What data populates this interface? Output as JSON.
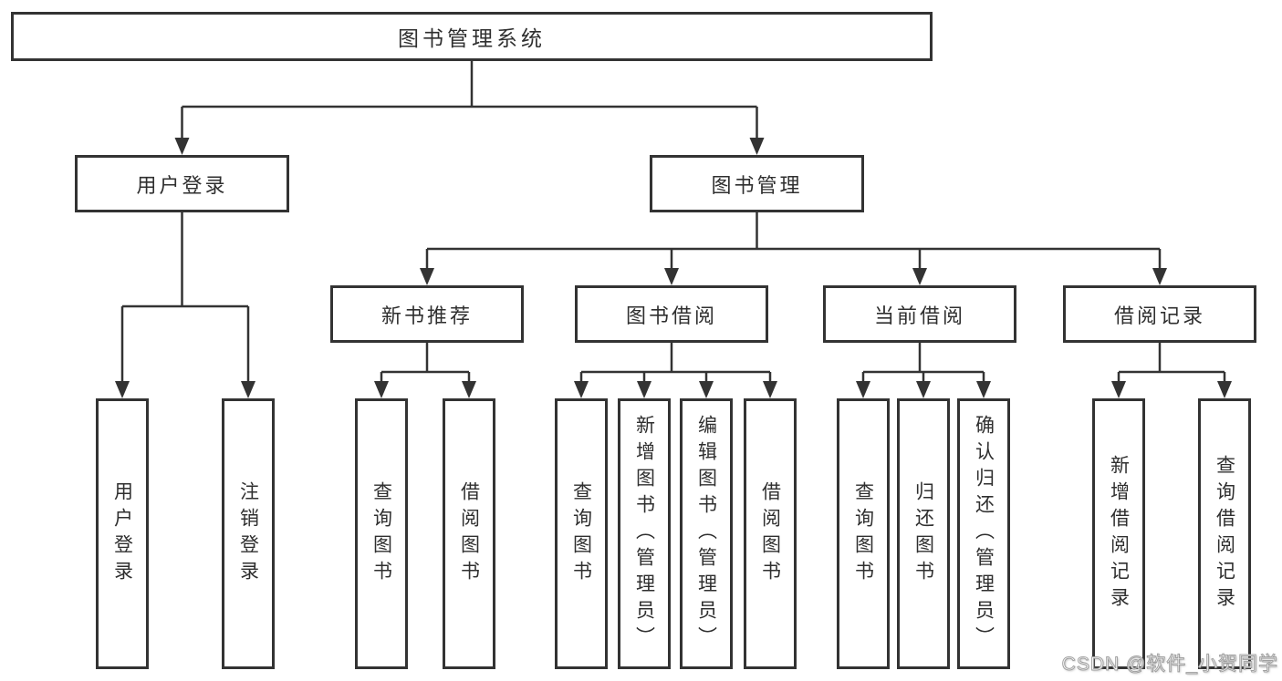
{
  "root": {
    "label": "图书管理系统"
  },
  "branches": [
    {
      "label": "用户登录",
      "children": [
        "用户登录",
        "注销登录"
      ]
    },
    {
      "label": "图书管理"
    }
  ],
  "modules": [
    {
      "label": "新书推荐",
      "children": [
        "查询图书",
        "借阅图书"
      ]
    },
    {
      "label": "图书借阅",
      "children": [
        "查询图书",
        "新增图书（管理员）",
        "编辑图书（管理员）",
        "借阅图书"
      ]
    },
    {
      "label": "当前借阅",
      "children": [
        "查询图书",
        "归还图书",
        "确认归还（管理员）"
      ]
    },
    {
      "label": "借阅记录",
      "children": [
        "新增借阅记录",
        "查询借阅记录"
      ]
    }
  ],
  "watermark": "CSDN @软件_小贺同学",
  "colors": {
    "line": "#333333",
    "text": "#2f2f2f",
    "background": "#ffffff",
    "watermark": "#ffffff"
  }
}
